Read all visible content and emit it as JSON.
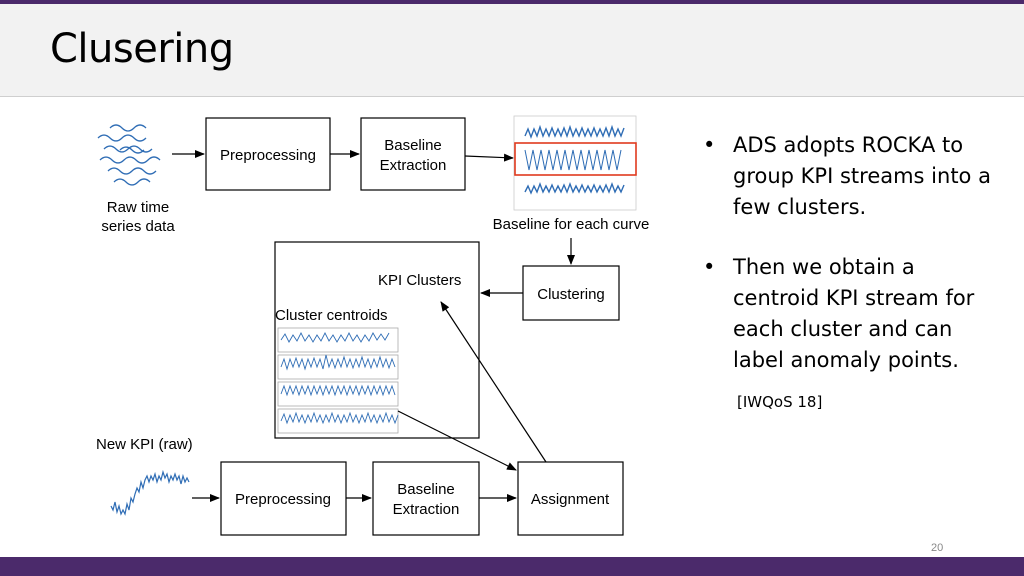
{
  "slide": {
    "title": "Clusering",
    "page_number": "20",
    "citation": "[IWQoS 18]",
    "bullets": [
      "ADS adopts ROCKA  to group KPI streams into a few clusters.",
      "Then we obtain a centroid KPI stream for each cluster and can label anomaly points."
    ]
  },
  "diagram": {
    "raw_label_line1": "Raw time",
    "raw_label_line2": "series data",
    "preprocessing_top": "Preprocessing",
    "baseline_top_line1": "Baseline",
    "baseline_top_line2": "Extraction",
    "baseline_caption": "Baseline for each curve",
    "clustering": "Clustering",
    "kpi_clusters": "KPI Clusters",
    "cluster_centroids": "Cluster centroids",
    "new_kpi": "New KPI (raw)",
    "preprocessing_bottom": "Preprocessing",
    "baseline_bottom_line1": "Baseline",
    "baseline_bottom_line2": "Extraction",
    "assignment": "Assignment"
  },
  "colors": {
    "accent_bar": "#4b2a6b",
    "series_blue": "#2f6db5",
    "highlight_red": "#e03a1e"
  }
}
